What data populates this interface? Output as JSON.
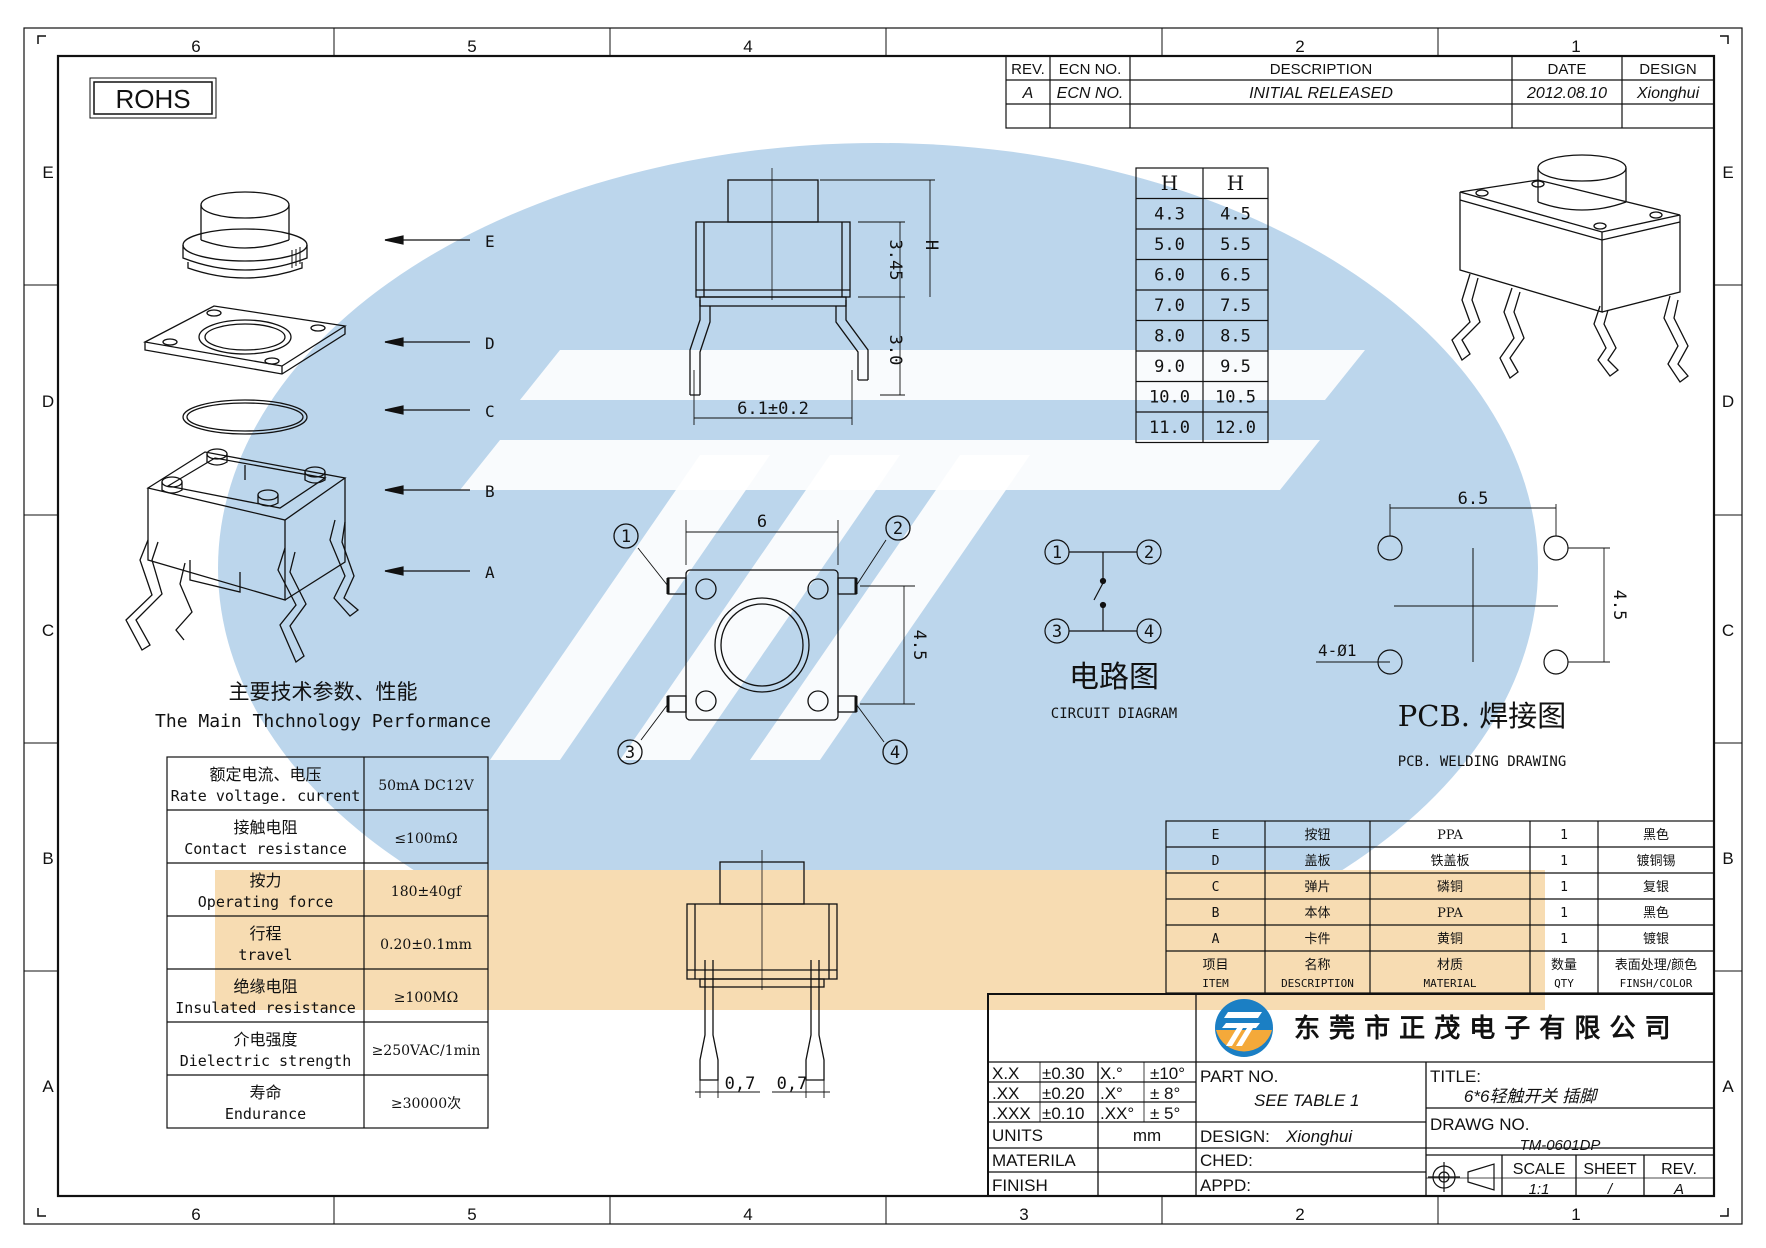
{
  "zones": {
    "columns": [
      "6",
      "5",
      "4",
      "3",
      "2",
      "1"
    ],
    "rows": [
      "E",
      "D",
      "C",
      "B",
      "A"
    ]
  },
  "rohs_label": "ROHS",
  "revision": {
    "headers": [
      "REV.",
      "ECN  NO.",
      "DESCRIPTION",
      "DATE",
      "DESIGN"
    ],
    "row": [
      "A",
      "ECN  NO.",
      "INITIAL  RELEASED",
      "2012.08.10",
      "Xionghui"
    ]
  },
  "exploded_view": {
    "callouts": [
      "E",
      "D",
      "C",
      "B",
      "A"
    ]
  },
  "front_view": {
    "dim_width": "6.1±0.2",
    "dim_body": "3.45",
    "dim_height": "H",
    "dim_pin": "3.0"
  },
  "height_table": {
    "headers": [
      "H",
      "H"
    ],
    "rows": [
      [
        "4.3",
        "4.5"
      ],
      [
        "5.0",
        "5.5"
      ],
      [
        "6.0",
        "6.5"
      ],
      [
        "7.0",
        "7.5"
      ],
      [
        "8.0",
        "8.5"
      ],
      [
        "9.0",
        "9.5"
      ],
      [
        "10.0",
        "10.5"
      ],
      [
        "11.0",
        "12.0"
      ]
    ]
  },
  "top_view": {
    "dim_width": "6",
    "dim_height": "4.5",
    "pins": [
      "1",
      "2",
      "3",
      "4"
    ]
  },
  "circuit": {
    "pins": [
      "1",
      "2",
      "3",
      "4"
    ],
    "title_cn": "电路图",
    "title_en": "CIRCUIT DIAGRAM"
  },
  "pcb": {
    "dim_width": "6.5",
    "dim_height": "4.5",
    "hole_label": "4-Ø1",
    "title_cn": "PCB. 焊接图",
    "title_en": "PCB. WELDING DRAWING"
  },
  "performance": {
    "title_cn": "主要技术参数、性能",
    "title_en": "The Main Thchnology Performance",
    "rows": [
      {
        "cn": "额定电流、电压",
        "en": "Rate voltage. current",
        "value": "50mA DC12V"
      },
      {
        "cn": "接触电阻",
        "en": "Contact resistance",
        "value": "≤100mΩ"
      },
      {
        "cn": "按力",
        "en": "Operating force",
        "value": "180±40gf"
      },
      {
        "cn": "行程",
        "en": "travel",
        "value": "0.20±0.1mm"
      },
      {
        "cn": "绝缘电阻",
        "en": "Insulated resistance",
        "value": "≥100MΩ"
      },
      {
        "cn": "介电强度",
        "en": "Dielectric strength",
        "value": "≥250VAC/1min"
      },
      {
        "cn": "寿命",
        "en": "Endurance",
        "value": "≥30000次"
      }
    ]
  },
  "side_view": {
    "dim_left": "0,7",
    "dim_right": "0,7"
  },
  "bom": {
    "rows": [
      [
        "E",
        "按钮",
        "PPA",
        "1",
        "黑色"
      ],
      [
        "D",
        "盖板",
        "铁盖板",
        "1",
        "镀铜锡"
      ],
      [
        "C",
        "弹片",
        "磷铜",
        "1",
        "复银"
      ],
      [
        "B",
        "本体",
        "PPA",
        "1",
        "黑色"
      ],
      [
        "A",
        "卡件",
        "黄铜",
        "1",
        "镀银"
      ]
    ],
    "header_cn": [
      "项目",
      "名称",
      "材质",
      "数量",
      "表面处理/颜色"
    ],
    "header_en": [
      "ITEM",
      "DESCRIPTION",
      "MATERIAL",
      "QTY",
      "FINSH/COLOR"
    ]
  },
  "title_block": {
    "company": "东 莞 市 正 茂 电 子 有 限 公 司",
    "tolerances": [
      [
        "X.X",
        "±0.30",
        "X.°",
        "±10°"
      ],
      [
        ".XX",
        "±0.20",
        ".X°",
        "±  8°"
      ],
      [
        ".XXX",
        "±0.10",
        ".XX°",
        "±  5°"
      ]
    ],
    "units_label": "UNITS",
    "units_value": "mm",
    "materila_label": "MATERILA",
    "finish_label": "FINISH",
    "part_no_label": "PART  NO.",
    "part_no_value": "SEE  TABLE  1",
    "design_label": "DESIGN:",
    "design_value": "Xionghui",
    "ched_label": "CHED:",
    "appd_label": "APPD:",
    "title_label": "TITLE:",
    "title_value": "6*6轻触开关 插脚",
    "drawg_no_label": "DRAWG  NO.",
    "drawg_no_value": "TM-0601DP",
    "scale_label": "SCALE",
    "scale_value": "1:1",
    "sheet_label": "SHEET",
    "sheet_value": "/",
    "rev_label": "REV.",
    "rev_value": "A"
  },
  "colors": {
    "watermark_blue": "#bcd6ec",
    "watermark_orange": "#f7dcb2",
    "logo_blue": "#1b7fc4",
    "logo_orange": "#f4a93a",
    "line": "#111111"
  }
}
